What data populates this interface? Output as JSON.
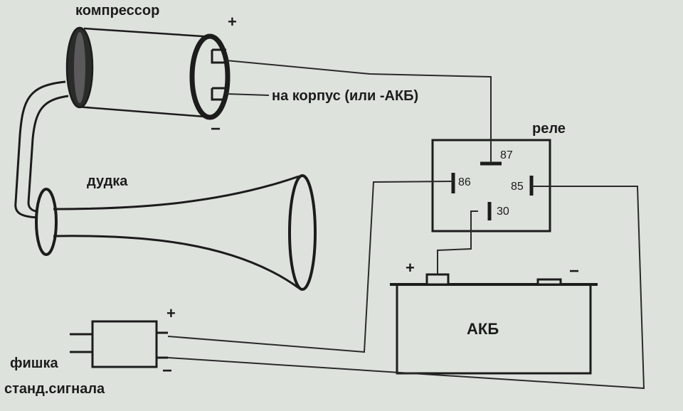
{
  "labels": {
    "compressor": "компрессор",
    "plus_compressor": "+",
    "minus_compressor": "−",
    "ground_note": "на корпус (или -АКБ)",
    "relay": "реле",
    "horn": "дудка",
    "pin_87": "87",
    "pin_86": "86",
    "pin_85": "85",
    "pin_30": "30",
    "battery": "АКБ",
    "battery_plus": "+",
    "battery_minus": "−",
    "connector_plus": "+",
    "connector_minus": "−",
    "connector_line1": "фишка",
    "connector_line2": "станд.сигнала"
  },
  "colors": {
    "paper": "#dde3dc",
    "ink": "#1c1c1c",
    "wire": "#2a2a2a"
  }
}
